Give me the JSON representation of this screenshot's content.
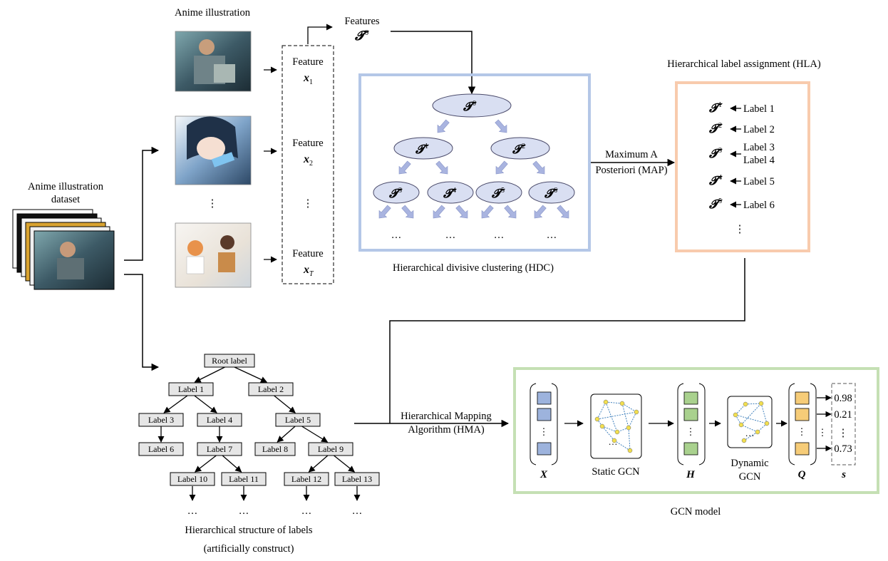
{
  "captions": {
    "anime_illustration": "Anime illustration",
    "dataset_line1": "Anime illustration",
    "dataset_line2": "dataset",
    "features": "Features",
    "hdc": "Hierarchical divisive clustering (HDC)",
    "hla": "Hierarchical label assignment (HLA)",
    "map_line1": "Maximum A",
    "map_line2": "Posteriori (MAP)",
    "hma_line1": "Hierarchical Mapping",
    "hma_line2": "Algorithm (HMA)",
    "hier_line1": "Hierarchical structure of labels",
    "hier_line2": "(artificially construct)",
    "gcn_model": "GCN model",
    "static_gcn": "Static GCN",
    "dynamic_line1": "Dynamic",
    "dynamic_line2": "GCN"
  },
  "math": {
    "T_symbol": "𝓣",
    "x_symbol": "x",
    "X": "X",
    "H": "H",
    "Q": "Q",
    "s": "s"
  },
  "feature_column": {
    "word": "Feature",
    "subscripts": [
      "1",
      "2",
      "T"
    ]
  },
  "ellipsis": {
    "horizontal": "…",
    "vertical": "⋮"
  },
  "hdc_tree": {
    "superscripts": [
      "0",
      "1",
      "2",
      "3",
      "4",
      "5",
      "6"
    ]
  },
  "hla": {
    "rows": [
      {
        "sup": "1",
        "labels": [
          "Label 1"
        ]
      },
      {
        "sup": "2",
        "labels": [
          "Label 2"
        ]
      },
      {
        "sup": "3",
        "labels": [
          "Label 3",
          "Label 4"
        ]
      },
      {
        "sup": "4",
        "labels": [
          "Label 5"
        ]
      },
      {
        "sup": "5",
        "labels": [
          "Label 6"
        ]
      }
    ]
  },
  "label_tree": {
    "root": "Root label",
    "nodes": [
      "Label 1",
      "Label 2",
      "Label 3",
      "Label 4",
      "Label 5",
      "Label 6",
      "Label 7",
      "Label 8",
      "Label 9",
      "Label 10",
      "Label 11",
      "Label 12",
      "Label 13"
    ]
  },
  "scores": [
    "0.98",
    "0.21",
    "0.73"
  ],
  "colors": {
    "hdc_border": "#b4c7e7",
    "hla_border": "#f8cbad",
    "gcn_border": "#c5e0b4",
    "ellipse_fill": "#d9dff2",
    "ellipse_stroke": "#4a4a6a",
    "tree_arrow": "#a9b4e0",
    "x_vec": "#9db3dd",
    "h_vec": "#a9d18e",
    "q_vec": "#f6cc78",
    "graph_node": "#f2df4f",
    "graph_edge": "#2e75b6",
    "label_node": "#e6e6e6"
  }
}
